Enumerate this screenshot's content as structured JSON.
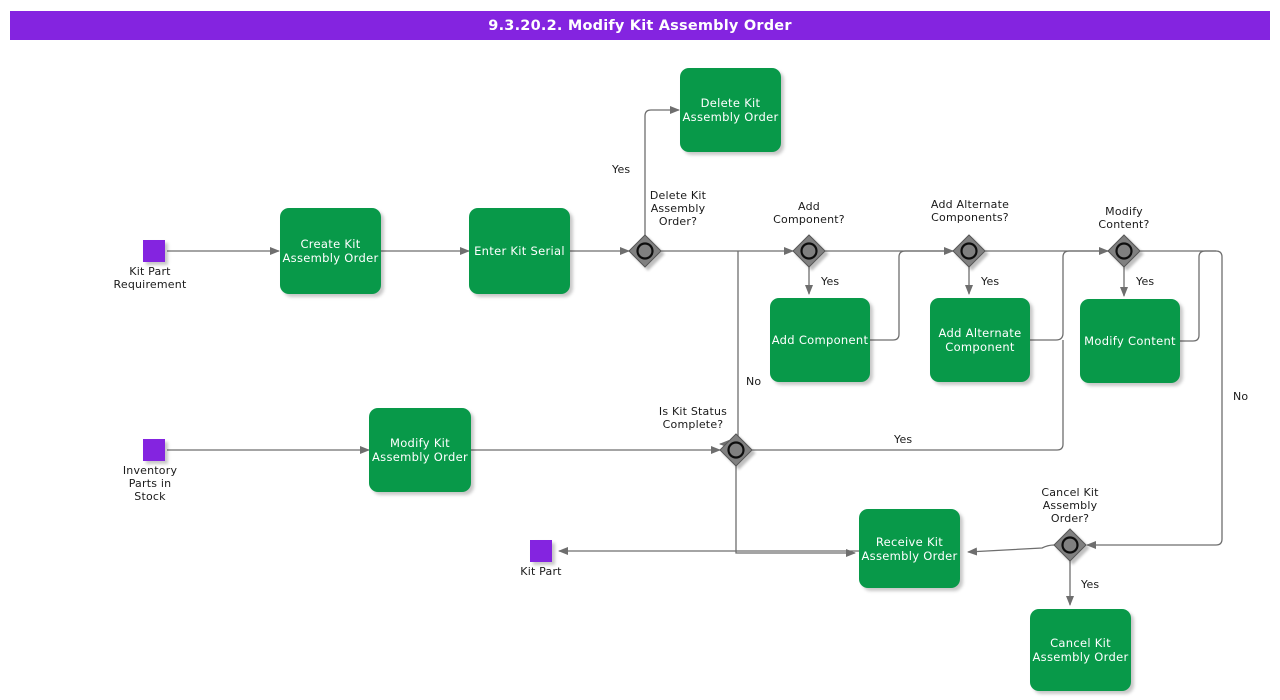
{
  "title": "9.3.20.2. Modify Kit Assembly Order",
  "colors": {
    "title_bar": "#8424e0",
    "task_fill": "#089949",
    "data_object_fill": "#8424e0",
    "gateway_fill": "#808080",
    "connector": "#6e6e6e",
    "text_on_task": "#ffffff",
    "text_label": "#1a1a1a"
  },
  "diagram": {
    "type": "flowchart",
    "data_objects": [
      {
        "id": "kit-part-requirement",
        "label": "Kit Part\nRequirement",
        "role": "start"
      },
      {
        "id": "inventory-parts-in-stock",
        "label": "Inventory\nParts in\nStock",
        "role": "start"
      },
      {
        "id": "kit-part",
        "label": "Kit Part",
        "role": "end"
      }
    ],
    "tasks": [
      {
        "id": "create-kit-assembly-order",
        "label": "Create Kit\nAssembly Order"
      },
      {
        "id": "enter-kit-serial",
        "label": "Enter Kit Serial"
      },
      {
        "id": "delete-kit-assembly-order",
        "label": "Delete Kit\nAssembly Order"
      },
      {
        "id": "add-component",
        "label": "Add Component"
      },
      {
        "id": "add-alternate-component",
        "label": "Add Alternate\nComponent"
      },
      {
        "id": "modify-content",
        "label": "Modify Content"
      },
      {
        "id": "modify-kit-assembly-order",
        "label": "Modify Kit\nAssembly Order"
      },
      {
        "id": "receive-kit-assembly-order",
        "label": "Receive Kit\nAssembly Order"
      },
      {
        "id": "cancel-kit-assembly-order",
        "label": "Cancel Kit\nAssembly Order"
      }
    ],
    "gateways": [
      {
        "id": "delete-kit-assembly-order-q",
        "label": "Delete Kit\nAssembly\nOrder?"
      },
      {
        "id": "add-component-q",
        "label": "Add\nComponent?"
      },
      {
        "id": "add-alternate-components-q",
        "label": "Add Alternate\nComponents?"
      },
      {
        "id": "modify-content-q",
        "label": "Modify\nContent?"
      },
      {
        "id": "is-kit-status-complete-q",
        "label": "Is Kit Status\nComplete?"
      },
      {
        "id": "cancel-kit-assembly-order-q",
        "label": "Cancel Kit\nAssembly\nOrder?"
      }
    ],
    "edge_labels": [
      {
        "id": "yes-delete",
        "text": "Yes"
      },
      {
        "id": "no-delete",
        "text": "No"
      },
      {
        "id": "yes-add-component",
        "text": "Yes"
      },
      {
        "id": "yes-add-alternate",
        "text": "Yes"
      },
      {
        "id": "yes-modify-content",
        "text": "Yes"
      },
      {
        "id": "no-modify-content",
        "text": "No"
      },
      {
        "id": "yes-kit-status",
        "text": "Yes"
      },
      {
        "id": "yes-cancel",
        "text": "Yes"
      }
    ]
  }
}
